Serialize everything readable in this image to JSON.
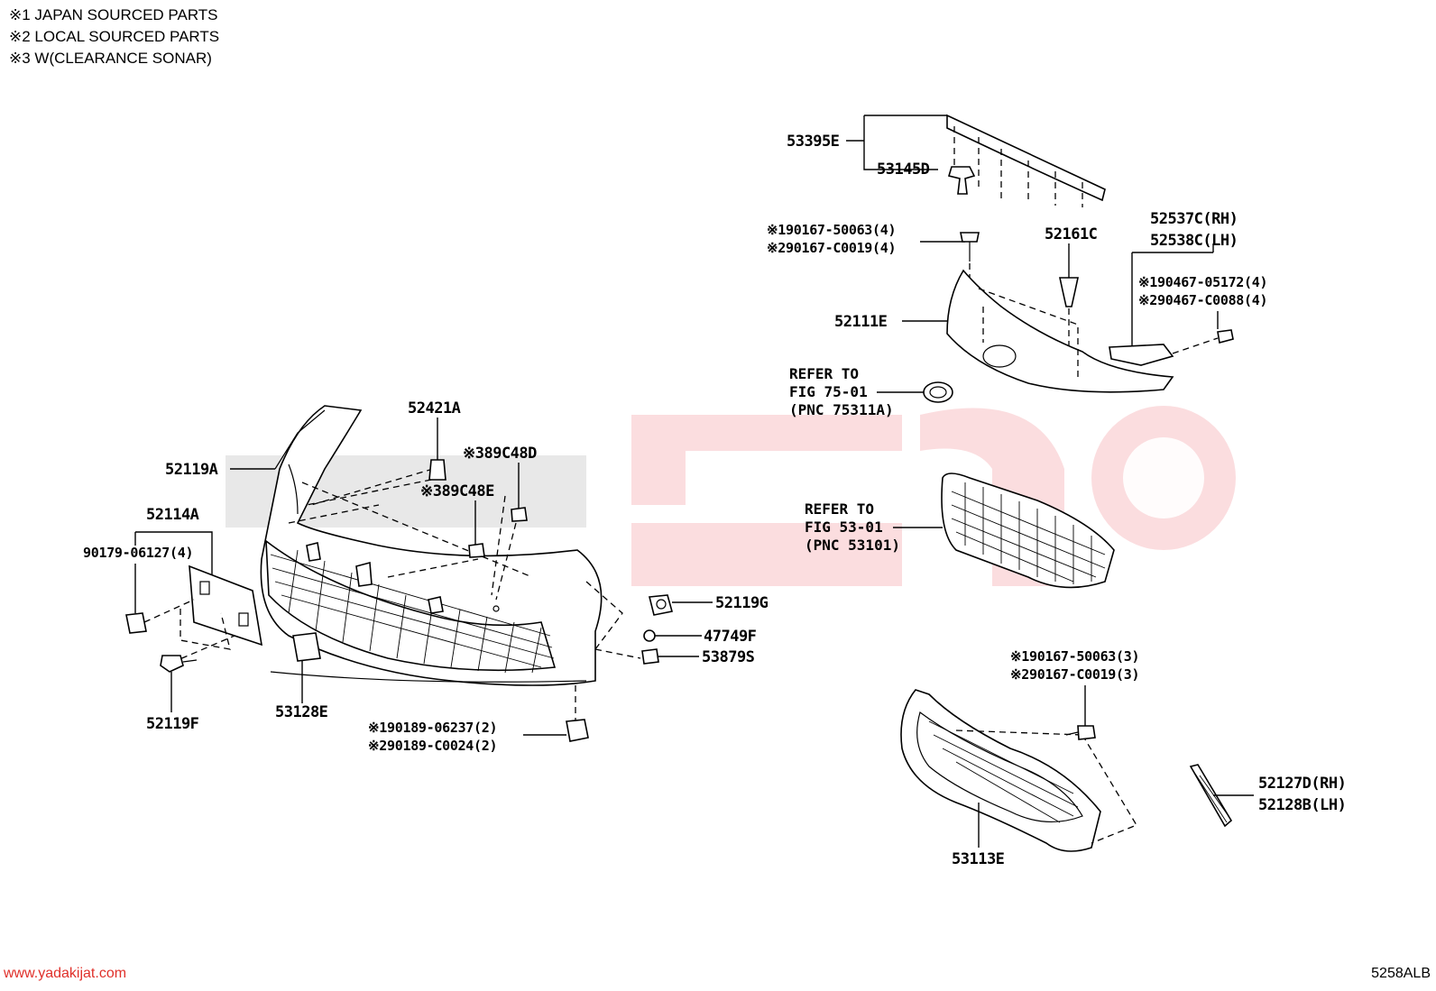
{
  "notes": [
    "※1 JAPAN SOURCED PARTS",
    "※2 LOCAL SOURCED PARTS",
    "※3 W(CLEARANCE SONAR)"
  ],
  "labels": {
    "p53395E": "53395E",
    "p53145D": "53145D",
    "p90167_50063_4": "※190167-50063(4)",
    "p90167_C0019_4": "※290167-C0019(4)",
    "p52161C": "52161C",
    "p52537C": "52537C(RH)",
    "p52538C": "52538C(LH)",
    "p90467_05172": "※190467-05172(4)",
    "p90467_C0088": "※290467-C0088(4)",
    "p52111E": "52111E",
    "p52421A": "52421A",
    "p89C48D": "※389C48D",
    "p89C48E": "※389C48E",
    "p52119A": "52119A",
    "p52114A": "52114A",
    "p90179": "90179-06127(4)",
    "p52119G": "52119G",
    "p47749F": "47749F",
    "p53879S": "53879S",
    "p52119F": "52119F",
    "p53128E": "53128E",
    "p90189_06237": "※190189-06237(2)",
    "p90189_C0024": "※290189-C0024(2)",
    "p90167_50063_3": "※190167-50063(3)",
    "p90167_C0019_3": "※290167-C0019(3)",
    "p52127D": "52127D(RH)",
    "p52128B": "52128B(LH)",
    "p53113E": "53113E"
  },
  "refs": {
    "ref75": [
      "REFER TO",
      "FIG 75-01",
      "(PNC 75311A)"
    ],
    "ref53": [
      "REFER TO",
      "FIG 53-01",
      "(PNC 53101)"
    ]
  },
  "footer": {
    "website": "www.yadakijat.com",
    "figure_code": "5258ALB"
  }
}
